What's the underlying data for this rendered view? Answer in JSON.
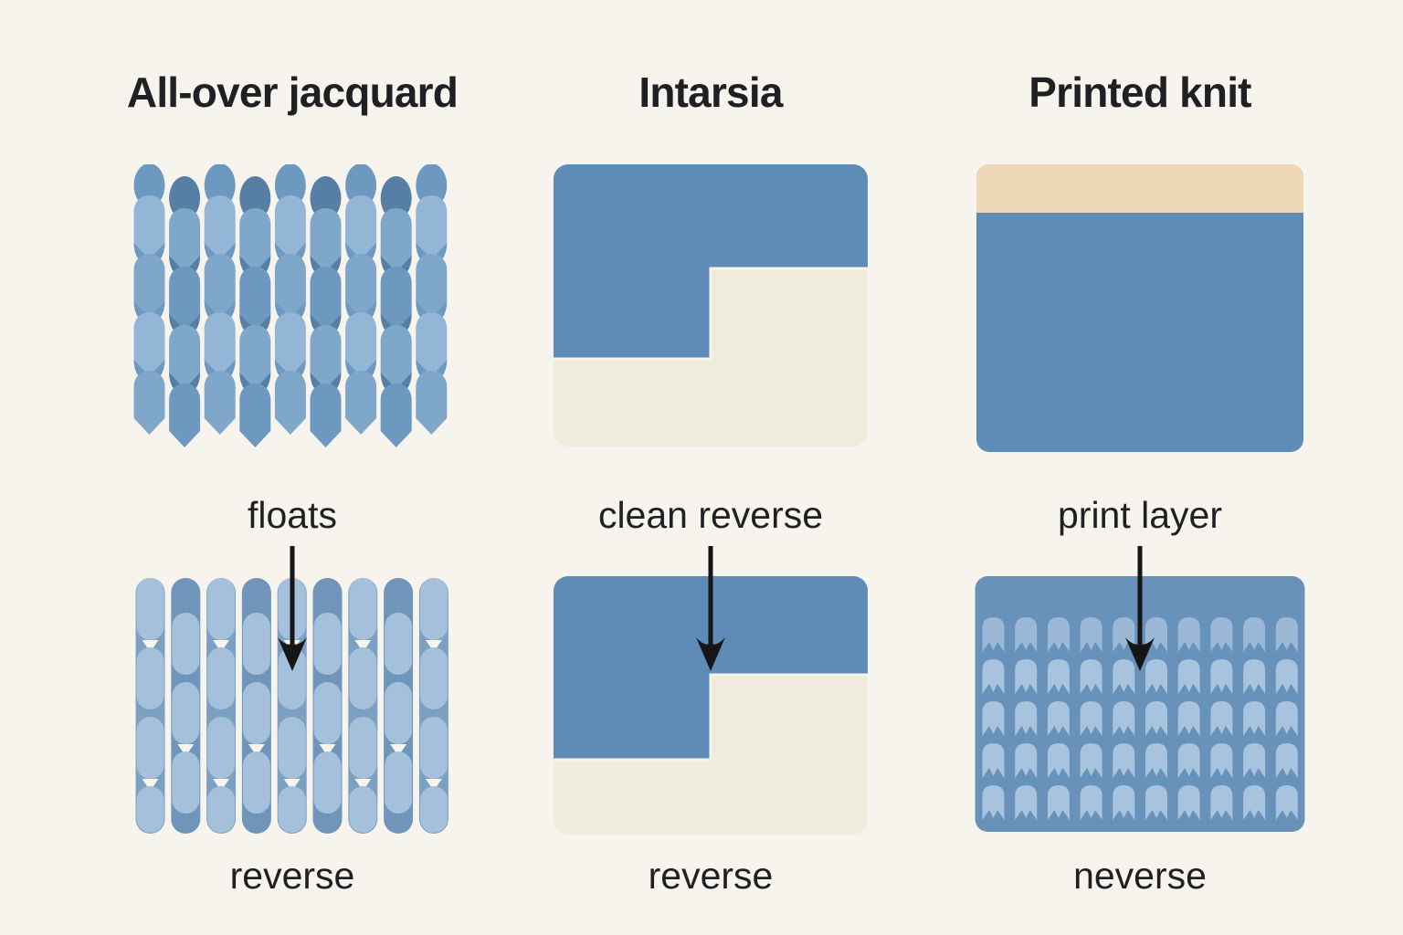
{
  "colors": {
    "background": "#f7f4ed",
    "text": "#1f2023",
    "arrow": "#161616",
    "blue": "#5f8bb7",
    "cream_panel": "#f0ecdd",
    "seam": "#f6f3e9",
    "peach": "#eed7b6",
    "knit_front": {
      "light": "#93b6d6",
      "mid_light": "#7fa7ca",
      "mid": "#6d98c0",
      "dark": "#577fa5"
    },
    "knit_reverse": {
      "stripe": "#7ba0c2",
      "stripe_alt": "#6f96ba",
      "capsule": "#a4c0da"
    },
    "print_reverse": {
      "base": "#6892ba",
      "glyph": "#a7c3dd"
    }
  },
  "columns": [
    {
      "id": "all-over-jacquard",
      "title": "All-over jacquard",
      "callout": "floats",
      "bottom_label": "reverse"
    },
    {
      "id": "intarsia",
      "title": "Intarsia",
      "callout": "clean reverse",
      "bottom_label": "reverse"
    },
    {
      "id": "printed-knit",
      "title": "Printed knit",
      "callout": "print layer",
      "bottom_label": "neverse"
    }
  ],
  "icons": {
    "down_arrow": "down-arrow"
  }
}
